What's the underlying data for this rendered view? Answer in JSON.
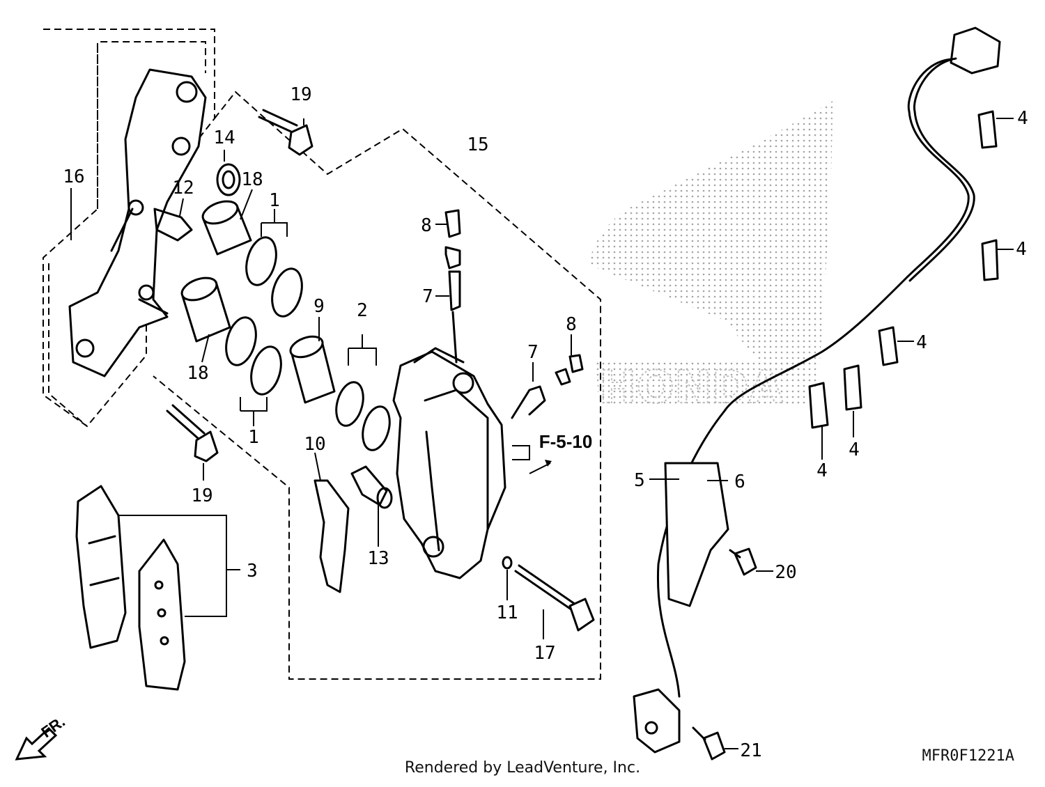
{
  "diagram": {
    "callouts": {
      "c1a": "1",
      "c1b": "1",
      "c2": "2",
      "c3": "3",
      "c4a": "4",
      "c4b": "4",
      "c4c": "4",
      "c4d": "4",
      "c4e": "4",
      "c5": "5",
      "c6": "6",
      "c7a": "7",
      "c7b": "7",
      "c8a": "8",
      "c8b": "8",
      "c9": "9",
      "c10": "10",
      "c11": "11",
      "c12": "12",
      "c13": "13",
      "c14": "14",
      "c15": "15",
      "c16": "16",
      "c17": "17",
      "c18a": "18",
      "c18b": "18",
      "c19a": "19",
      "c19b": "19",
      "c20": "20",
      "c21": "21"
    },
    "reference": "F-5-10",
    "direction": "FR.",
    "diagram_code": "MFR0F1221A",
    "credit": "Rendered by LeadVenture, Inc.",
    "watermark": "HONDA",
    "icons": [
      "honda-wing-watermark",
      "front-direction-arrow-icon"
    ]
  }
}
